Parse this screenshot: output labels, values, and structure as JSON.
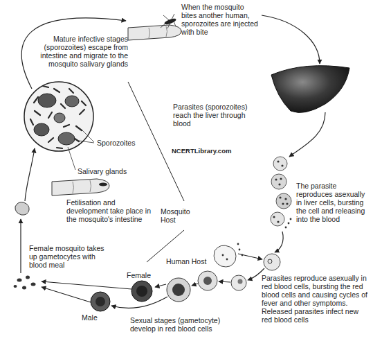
{
  "diagram": {
    "labels": [
      "Mature infective stages (sporozoites) escape from intestine and migrate to the mosquito salivary glands",
      "When the mosquito bites another human, sporozoites are injected with bite",
      "Parasites (sporozoites) reach the liver through blood",
      "Sporozoites",
      "NCERTLibrary.com",
      "Salivary glands",
      "Fetilisation and development take place in the mosquito's intestine",
      "Mosquito Host",
      "The parasite reproduces asexually in liver cells, bursting the cell and releasing into the blood",
      "Female mosquito takes up gametocytes with blood meal",
      "Human Host",
      "Female",
      "Parasites reproduce asexually in red blood cells, bursting the red blood cells and causing cycles of fever and other symptoms. Released parasites infect new red blood cells",
      "Male",
      "Sexual stages (gametocyte) develop in red blood cells"
    ]
  }
}
